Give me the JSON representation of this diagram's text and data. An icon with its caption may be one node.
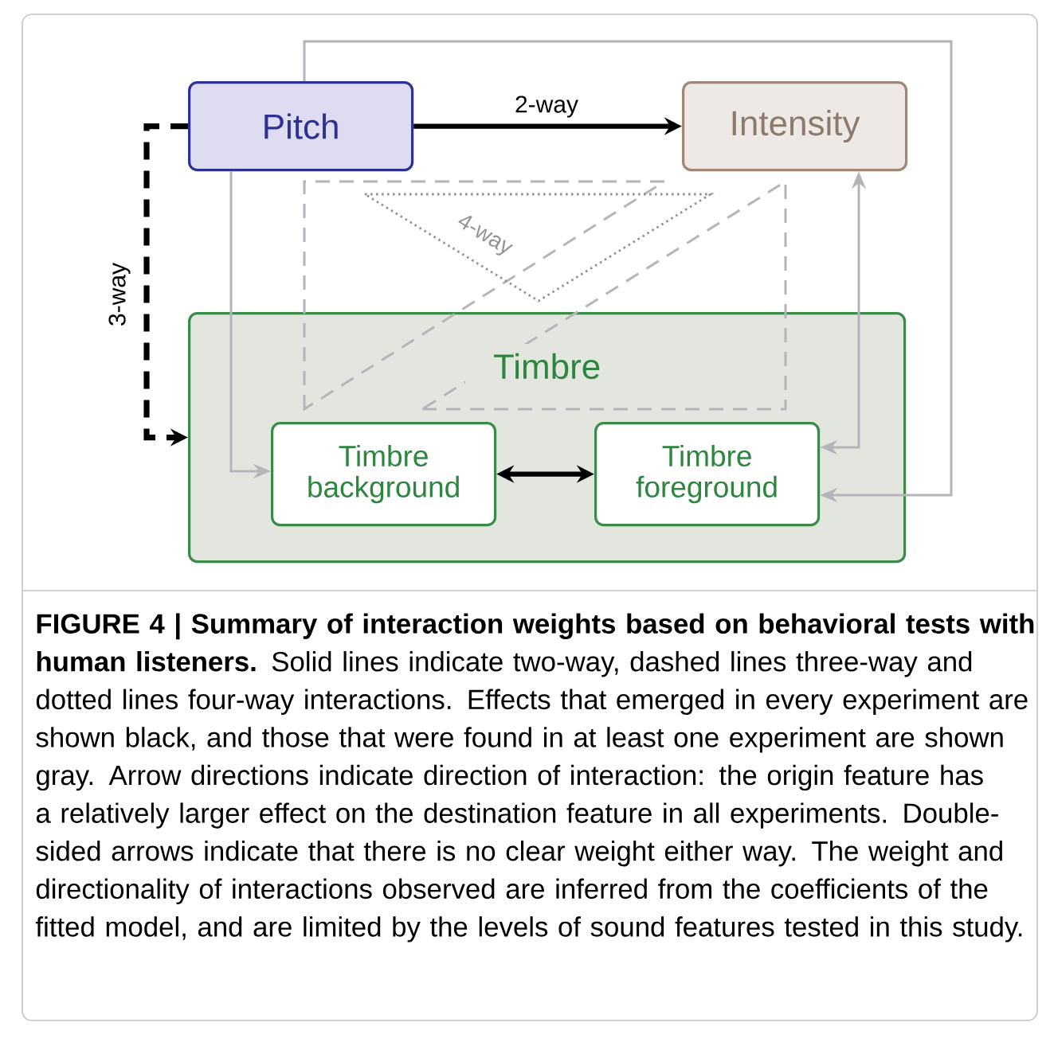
{
  "diagram": {
    "caption": "**FIGURE 4 | Summary of interaction weights based on behavioral tests with human listeners.** Solid lines indicate two-way, dashed lines three-way and dotted lines four-way interactions. Effects that emerged in every experiment are shown black, and those that were found in at least one experiment are shown gray. Arrow directions indicate direction of interaction: the origin feature has a relatively larger effect on the destination feature in all experiments. Double-sided arrows indicate that there is no clear weight either way. The weight and directionality of interactions observed are inferred from the coefficients of the fitted model, and are limited by the levels of sound features tested in this study.",
    "nodes": [
      {
        "text": [
          "Pitch"
        ]
      },
      {
        "text": [
          "Intensity"
        ]
      },
      {
        "text": [
          "Timbre"
        ]
      },
      {
        "text": [
          "Timbre background"
        ],
        "in": 2
      },
      {
        "text": [
          "Timbre foreground"
        ],
        "in": 2
      }
    ],
    "edges": [
      {
        "from": 0,
        "to": 1,
        "arrow": "to",
        "label": "2-way",
        "style": "thick",
        "color": "#000000"
      },
      {
        "from": 0,
        "to": 2,
        "arrow": "to",
        "label": "3-way",
        "style": "dashed",
        "color": "#000000"
      },
      {
        "from": 3,
        "to": 4,
        "arrow": "both",
        "style": "thick",
        "color": "#000000"
      },
      {
        "from": 0,
        "to": 3,
        "arrow": "to",
        "color": "#b4b5b8"
      },
      {
        "from": 0,
        "to": 4,
        "arrow": "to",
        "color": "#b4b5b8"
      },
      {
        "from": 4,
        "to": 1,
        "arrow": "both",
        "color": "#b4b5b8"
      }
    ],
    "labels": [
      "4-way"
    ]
  }
}
